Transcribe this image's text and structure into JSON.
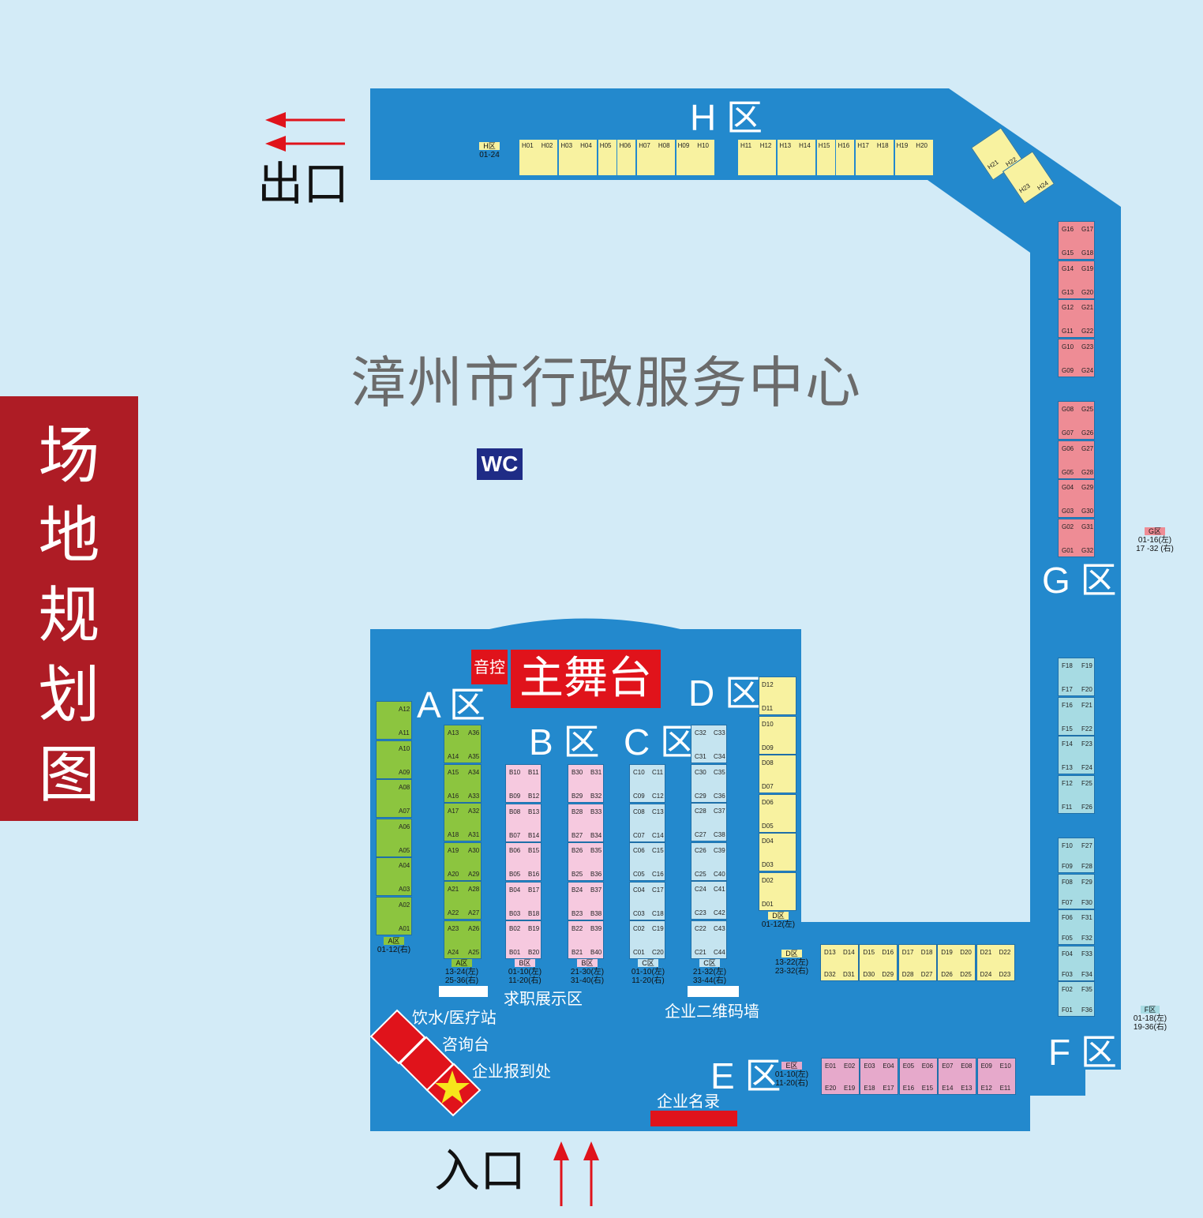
{
  "side_title": [
    "场",
    "地",
    "规",
    "划",
    "图"
  ],
  "center_title": "漳州市行政服务中心",
  "wc_label": "WC",
  "exit_label": "出口",
  "entrance_label": "入口",
  "stage": {
    "main": "主舞台",
    "sound": "音控"
  },
  "zones": {
    "A": "A 区",
    "B": "B 区",
    "C": "C 区",
    "D": "D 区",
    "E": "E 区",
    "F": "F 区",
    "G": "G 区",
    "H": "H 区"
  },
  "facilities": {
    "job_display": "求职展示区",
    "qr_wall": "企业二维码墙",
    "water_medical": "饮水/医疗站",
    "consult": "咨询台",
    "checkin": "企业报到处",
    "directory": "企业名录"
  },
  "legends": {
    "H": {
      "tag": "H区",
      "lines": [
        "01-24"
      ]
    },
    "G": {
      "tag": "G区",
      "lines": [
        "01-16(左)",
        "17 -32 (右)"
      ]
    },
    "F": {
      "tag": "F区",
      "lines": [
        "01-18(左)",
        "19-36(右)"
      ]
    },
    "E": {
      "tag": "E区",
      "lines": [
        "01-10(左)",
        "11-20(右)"
      ]
    },
    "D1": {
      "tag": "D区",
      "lines": [
        "01-12(左)"
      ]
    },
    "D2": {
      "tag": "D区",
      "lines": [
        "13-22(左)",
        "23-32(右)"
      ]
    },
    "A1": {
      "tag": "A区",
      "lines": [
        "01-12(右)"
      ]
    },
    "A2": {
      "tag": "A区",
      "lines": [
        "13-24(左)",
        "25-36(右)"
      ]
    },
    "B1": {
      "tag": "B区",
      "lines": [
        "01-10(左)",
        "11-20(右)"
      ]
    },
    "B2": {
      "tag": "B区",
      "lines": [
        "21-30(左)",
        "31-40(右)"
      ]
    },
    "C1": {
      "tag": "C区",
      "lines": [
        "01-10(左)",
        "11-20(右)"
      ]
    },
    "C2": {
      "tag": "C区",
      "lines": [
        "21-32(左)",
        "33-44(右)"
      ]
    }
  },
  "booths": {
    "H_left": [
      "H01",
      "H02",
      "H03",
      "H04",
      "H05",
      "H06",
      "H07",
      "H08",
      "H09",
      "H10"
    ],
    "H_right": [
      "H11",
      "H12",
      "H13",
      "H14",
      "H15",
      "H16",
      "H17",
      "H18",
      "H19",
      "H20"
    ],
    "H_diag": [
      [
        "H21",
        "H22"
      ],
      [
        "H23",
        "H24"
      ]
    ],
    "G_top": [
      [
        "G16",
        "G17",
        "G15",
        "G18"
      ],
      [
        "G14",
        "G19",
        "G13",
        "G20"
      ],
      [
        "G12",
        "G21",
        "G11",
        "G22"
      ],
      [
        "G10",
        "G23",
        "G09",
        "G24"
      ]
    ],
    "G_bottom": [
      [
        "G08",
        "G25",
        "G07",
        "G26"
      ],
      [
        "G06",
        "G27",
        "G05",
        "G28"
      ],
      [
        "G04",
        "G29",
        "G03",
        "G30"
      ],
      [
        "G02",
        "G31",
        "G01",
        "G32"
      ]
    ],
    "F_top": [
      [
        "F18",
        "F19",
        "F17",
        "F20"
      ],
      [
        "F16",
        "F21",
        "F15",
        "F22"
      ],
      [
        "F14",
        "F23",
        "F13",
        "F24"
      ],
      [
        "F12",
        "F25",
        "F11",
        "F26"
      ]
    ],
    "F_bottom": [
      [
        "F10",
        "F27",
        "F09",
        "F28"
      ],
      [
        "F08",
        "F29",
        "F07",
        "F30"
      ],
      [
        "F06",
        "F31",
        "F05",
        "F32"
      ],
      [
        "F04",
        "F33",
        "F03",
        "F34"
      ],
      [
        "F02",
        "F35",
        "F01",
        "F36"
      ]
    ],
    "A_col1": [
      [
        "A12",
        "A11"
      ],
      [
        "A10",
        "A09"
      ],
      [
        "A08",
        "A07"
      ],
      [
        "A06",
        "A05"
      ],
      [
        "A04",
        "A03"
      ],
      [
        "A02",
        "A01"
      ]
    ],
    "A_col2": [
      [
        "A13",
        "A36",
        "A14",
        "A35"
      ],
      [
        "A15",
        "A34",
        "A16",
        "A33"
      ],
      [
        "A17",
        "A32",
        "A18",
        "A31"
      ],
      [
        "A19",
        "A30",
        "A20",
        "A29"
      ],
      [
        "A21",
        "A28",
        "A22",
        "A27"
      ],
      [
        "A23",
        "A26",
        "A24",
        "A25"
      ]
    ],
    "B_col1": [
      [
        "B10",
        "B11",
        "B09",
        "B12"
      ],
      [
        "B08",
        "B13",
        "B07",
        "B14"
      ],
      [
        "B06",
        "B15",
        "B05",
        "B16"
      ],
      [
        "B04",
        "B17",
        "B03",
        "B18"
      ],
      [
        "B02",
        "B19",
        "B01",
        "B20"
      ]
    ],
    "B_col2": [
      [
        "B30",
        "B31",
        "B29",
        "B32"
      ],
      [
        "B28",
        "B33",
        "B27",
        "B34"
      ],
      [
        "B26",
        "B35",
        "B25",
        "B36"
      ],
      [
        "B24",
        "B37",
        "B23",
        "B38"
      ],
      [
        "B22",
        "B39",
        "B21",
        "B40"
      ]
    ],
    "C_col1": [
      [
        "C10",
        "C11",
        "C09",
        "C12"
      ],
      [
        "C08",
        "C13",
        "C07",
        "C14"
      ],
      [
        "C06",
        "C15",
        "C05",
        "C16"
      ],
      [
        "C04",
        "C17",
        "C03",
        "C18"
      ],
      [
        "C02",
        "C19",
        "C01",
        "C20"
      ]
    ],
    "C_col2": [
      [
        "C32",
        "C33",
        "C31",
        "C34"
      ],
      [
        "C30",
        "C35",
        "C29",
        "C36"
      ],
      [
        "C28",
        "C37",
        "C27",
        "C38"
      ],
      [
        "C26",
        "C39",
        "C25",
        "C40"
      ],
      [
        "C24",
        "C41",
        "C23",
        "C42"
      ],
      [
        "C22",
        "C43",
        "C21",
        "C44"
      ]
    ],
    "D_col": [
      [
        "D12",
        "D11"
      ],
      [
        "D10",
        "D09"
      ],
      [
        "D08",
        "D07"
      ],
      [
        "D06",
        "D05"
      ],
      [
        "D04",
        "D03"
      ],
      [
        "D02",
        "D01"
      ]
    ],
    "D_row": [
      [
        "D13",
        "D14",
        "D32",
        "D31"
      ],
      [
        "D15",
        "D16",
        "D30",
        "D29"
      ],
      [
        "D17",
        "D18",
        "D28",
        "D27"
      ],
      [
        "D19",
        "D20",
        "D26",
        "D25"
      ],
      [
        "D21",
        "D22",
        "D24",
        "D23"
      ]
    ],
    "E_row": [
      [
        "E01",
        "E02",
        "E20",
        "E19"
      ],
      [
        "E03",
        "E04",
        "E18",
        "E17"
      ],
      [
        "E05",
        "E06",
        "E16",
        "E15"
      ],
      [
        "E07",
        "E08",
        "E14",
        "E13"
      ],
      [
        "E09",
        "E10",
        "E12",
        "E11"
      ]
    ]
  },
  "colors": {
    "background": "#d3ebf7",
    "hall": "#2389cd",
    "side_banner": "#ae1c25",
    "stage": "#e0131b",
    "wc": "#1f2c86",
    "booth_yellow": "#f8f2a0",
    "booth_pink_G": "#ee8c95",
    "booth_cyan": "#a7dbe3",
    "booth_green": "#8cc53f",
    "booth_pink_B": "#f6c9df",
    "booth_lightblue": "#c5e4f0",
    "booth_pink_E": "#e6a9cb"
  }
}
